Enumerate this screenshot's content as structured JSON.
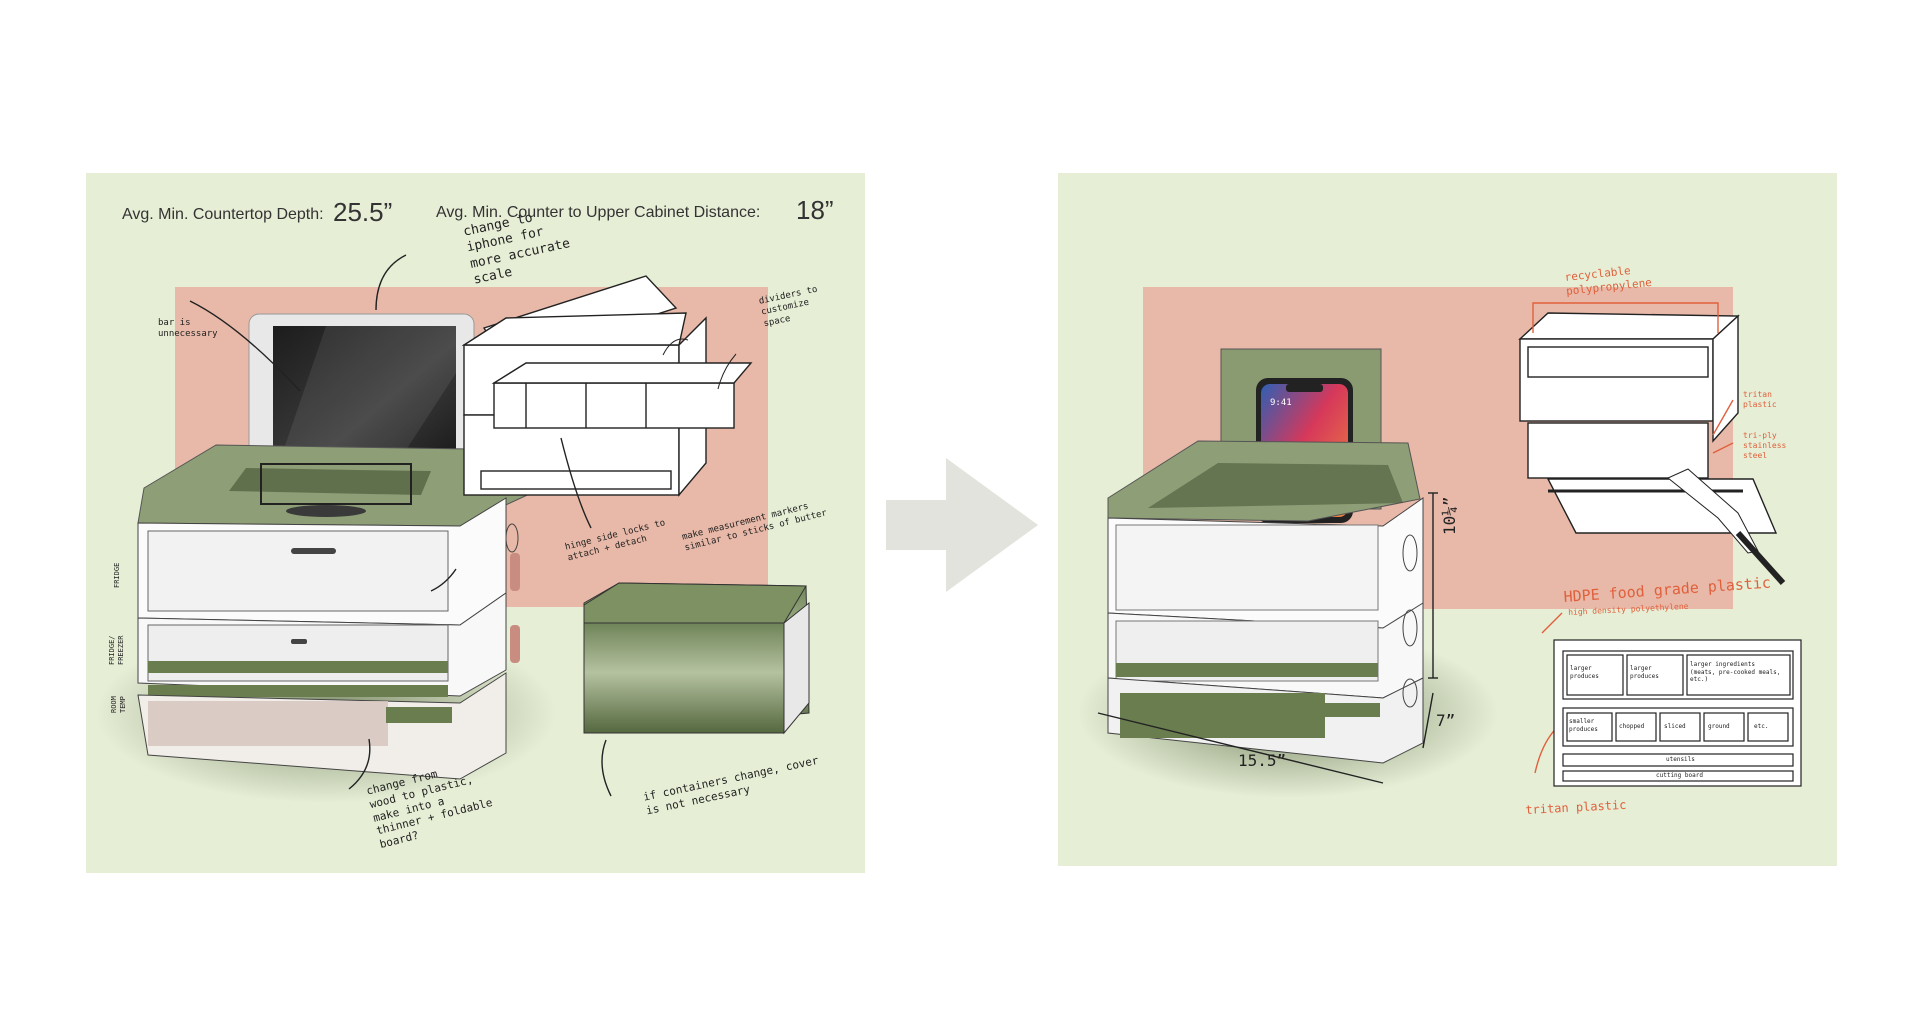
{
  "colors": {
    "panel_bg": "#e6eed6",
    "pink_block": "#e8b9a8",
    "olive_green": "#7d9162",
    "annotation_orange": "#e0603c",
    "arrow_gray": "#e1e3dc"
  },
  "left_panel": {
    "spec_depth_label": "Avg. Min. Countertop Depth:",
    "spec_depth_value": "25.5”",
    "spec_cabinet_label": "Avg. Min.  Counter to Upper Cabinet Distance:",
    "spec_cabinet_value": "18”",
    "notes": {
      "change_iphone": "change to\niphone for\nmore accurate\nscale",
      "bar": "bar is\nunnecessary",
      "dividers": "dividers to\ncustomize\nspace",
      "hinge": "hinge side locks to\nattach + detach",
      "measurement": "make measurement markers\nsimilar to sticks of butter",
      "board": "change from\nwood to plastic,\nmake into a\nthinner + foldable\nboard?",
      "cover": "if containers change, cover\nis not necessary"
    },
    "side_labels": {
      "fridge": "FRIDGE",
      "fridge_freezer": "FRIDGE/\nFREEZER",
      "room_temp": "ROOM\nTEMP"
    }
  },
  "right_panel": {
    "dimensions": {
      "height_top": "10¼”",
      "height_bottom": "7”",
      "width": "15.5”"
    },
    "notes": {
      "recyclable": "recyclable\npolypropylene",
      "tritan_top": "tritan\nplastic",
      "triply": "tri-ply\nstainless\nsteel",
      "hdpe": "HDPE food grade plastic",
      "hdpe_sub": "high density polyethylene",
      "tritan_bottom": "tritan plastic"
    },
    "phone_time": "9:41",
    "tray_labels": {
      "large_1": "larger\nproduces",
      "large_2": "larger\nproduces",
      "large_3": "larger ingredients\n(meats, pre-cooked meals,\netc.)",
      "small_1": "smaller\nproduces",
      "small_2": "chopped",
      "small_3": "sliced",
      "small_4": "ground",
      "small_5": "etc.",
      "utensils": "utensils",
      "cutting_board": "cutting board"
    }
  }
}
